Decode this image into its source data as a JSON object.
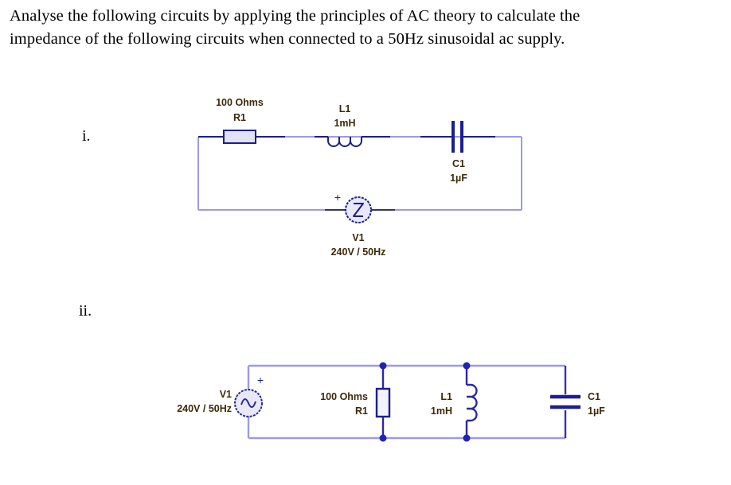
{
  "question": {
    "line1": "Analyse the following circuits by applying the principles of AC theory to calculate the",
    "line2": "impedance of the following circuits when connected to a 50Hz sinusoidal ac supply."
  },
  "markers": {
    "first": "i.",
    "second": "ii."
  },
  "colors": {
    "wire": "#9a9aee",
    "component": "#1d1d8f",
    "resistor_fill": "#e2e2f7",
    "source_fill": "#e8e8fa",
    "label_text": "#3b2a0a",
    "body_text": "#000000"
  },
  "circuit_i": {
    "title": "series-rlc-circuit",
    "components": [
      {
        "id": "R1",
        "type": "resistor",
        "value_label": "100 Ohms",
        "ref_label": "R1",
        "orientation": "horizontal"
      },
      {
        "id": "L1",
        "type": "inductor",
        "value_label": "1mH",
        "ref_label": "L1",
        "orientation": "horizontal"
      },
      {
        "id": "C1",
        "type": "capacitor",
        "value_label": "1µF",
        "ref_label": "C1",
        "orientation": "horizontal"
      },
      {
        "id": "V1",
        "type": "ac-voltage-source",
        "value_label": "240V / 50Hz",
        "ref_label": "V1",
        "polarity": "+",
        "orientation": "horizontal"
      }
    ]
  },
  "circuit_ii": {
    "title": "parallel-rlc-circuit",
    "components": [
      {
        "id": "V1",
        "type": "ac-voltage-source",
        "value_label": "240V / 50Hz",
        "ref_label": "V1",
        "polarity": "+",
        "orientation": "vertical"
      },
      {
        "id": "R1",
        "type": "resistor",
        "value_label": "100 Ohms",
        "ref_label": "R1",
        "orientation": "vertical"
      },
      {
        "id": "L1",
        "type": "inductor",
        "value_label": "1mH",
        "ref_label": "L1",
        "orientation": "vertical"
      },
      {
        "id": "C1",
        "type": "capacitor",
        "value_label": "1µF",
        "ref_label": "C1",
        "orientation": "vertical"
      }
    ]
  }
}
